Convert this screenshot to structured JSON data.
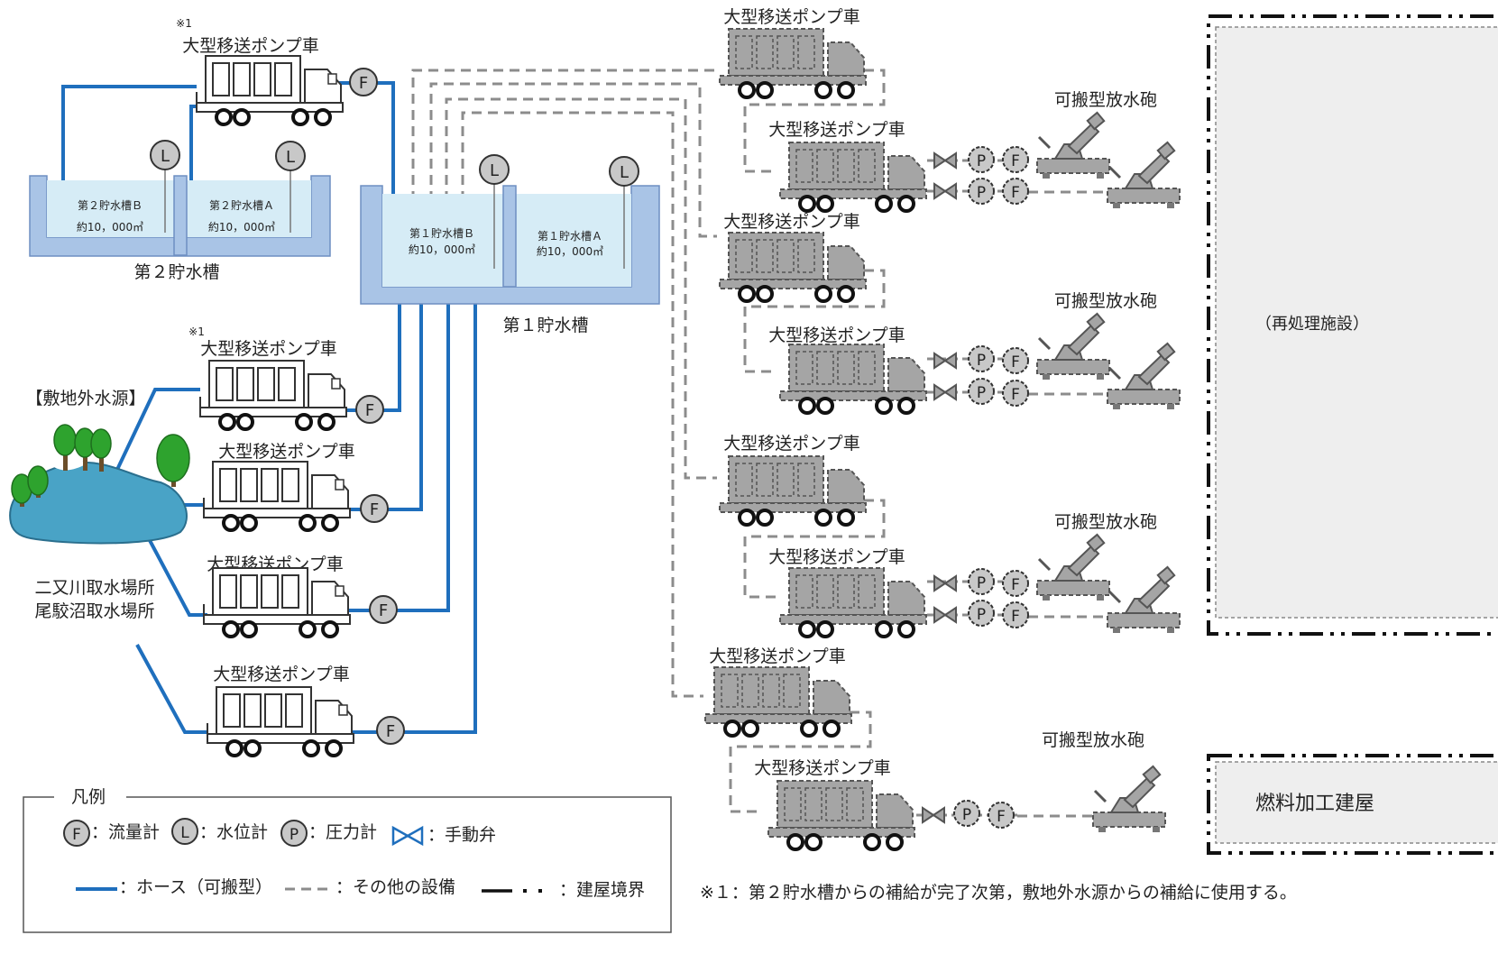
{
  "labels": {
    "truck": "大型移送ポンプ車",
    "note_mark": "※1",
    "tank2": "第２貯水槽",
    "tank2b": "第２貯水槽Ｂ",
    "tank2a": "第２貯水槽Ａ",
    "tank1": "第１貯水槽",
    "tank1b": "第１貯水槽Ｂ",
    "tank1a": "第１貯水槽Ａ",
    "volume": "約10，000㎥",
    "offsite_source": "【敷地外水源】",
    "intake1": "二又川取水場所",
    "intake2": "尾駮沼取水場所",
    "cannon": "可搬型放水砲",
    "reprocessing": "（再処理施設）",
    "fuel_building": "燃料加工建屋",
    "footnote": "※１：第２貯水槽からの補給が完了次第，敷地外水源からの補給に使用する。"
  },
  "gauges": {
    "flow": "F",
    "level": "L",
    "pressure": "P"
  },
  "legend": {
    "title": "凡例",
    "flow": "：流量計",
    "level": "：水位計",
    "pressure": "：圧力計",
    "valve": "：手動弁",
    "hose": "：ホース（可搬型）",
    "other": "：その他の設備",
    "boundary": "：建屋境界"
  },
  "colors": {
    "hose": "#1f6fbd",
    "water": "#d6ecf6",
    "tank_wall": "#a9c4e6",
    "equipment_gray": "#a5a5a5",
    "pond": "#49a3c6",
    "tree": "#2ea32e"
  }
}
